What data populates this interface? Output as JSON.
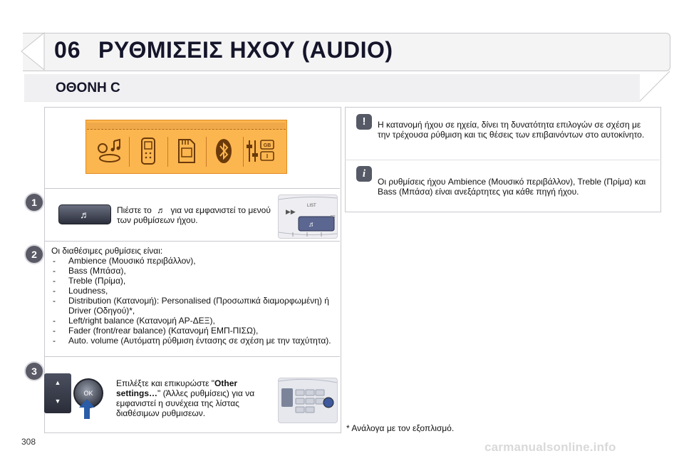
{
  "header": {
    "chapter": "06",
    "title": "ΡΥΘΜΙΣΕΙΣ ΗΧΟΥ (AUDIO)",
    "subtitle": "ΟΘΟΝΗ C"
  },
  "steps": [
    {
      "number": "1",
      "text_before": "Πιέστε το",
      "icon": "music-note-icon",
      "text_after": "για να εμφανιστεί το μενού των ρυθμίσεων ήχου.",
      "button_glyph": "♬"
    },
    {
      "number": "2",
      "intro": "Οι διαθέσιμες ρυθμίσεις είναι:",
      "options": [
        "Ambience (Μουσικό περιβάλλον),",
        "Bass (Μπάσα),",
        "Treble (Πρίμα),",
        "Loudness,",
        "Distribution (Κατανομή): Personalised (Προσωπικά διαμορφωμένη) ή Driver (Οδηγού)*,",
        "Left/right balance (Κατανομή ΑΡ-ΔΕΞ),",
        "Fader (front/rear balance) (Κατανομή ΕΜΠ-ΠΙΣΩ),",
        "Auto. volume (Αυτόματη ρύθμιση έντασης σε σχέση με την ταχύτητα)."
      ]
    },
    {
      "number": "3",
      "text_pre": "Επιλέξτε και επικυρώστε \"",
      "text_bold": "Other settings…",
      "text_post": "\" (Άλλες ρυθμίσεις) για να εμφανιστεί η συνέχεια της λίστας διαθέσιμων ρυθμισεων.",
      "knob_label": "OK"
    }
  ],
  "lcd_icons": [
    "ambience-icon",
    "phone-icon",
    "sd-card-icon",
    "bluetooth-icon",
    "equalizer-gb-icon"
  ],
  "device": {
    "list_label": "LIST",
    "side_label": "FR"
  },
  "notes": {
    "warning": "Η κατανομή ήχου σε ηχεία, δίνει τη δυνατότητα επιλογών σε σχέση με την τρέχουσα ρύθμιση και τις θέσεις των επιβαινόντων στο αυτοκίνητο.",
    "info": "Οι ρυθμίσεις ήχου Ambience (Μουσικό περιβάλλον), Treble (Πρίμα) και Bass (Μπάσα) είναι ανεξάρτητες για κάθε πηγή ήχου.",
    "warning_glyph": "!",
    "info_glyph": "i"
  },
  "footnote": "* Ανάλογα με τον εξοπλισμό.",
  "page_number": "308",
  "watermark": "carmanualsonline.info",
  "colors": {
    "lcd": "#fcb64f",
    "title": "#15152a",
    "step_badge": "#5a5a66",
    "arrow": "#2a5ca8"
  }
}
